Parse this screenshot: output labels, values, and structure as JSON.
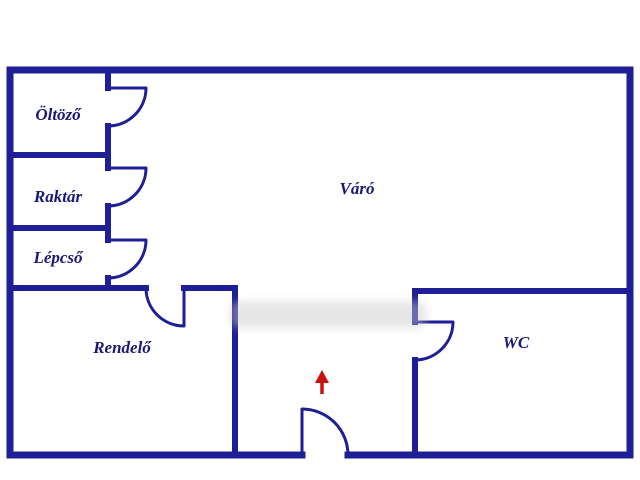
{
  "floorplan": {
    "labels": {
      "oltozo": "Öltöző",
      "raktar": "Raktár",
      "lepcso": "Lépcső",
      "varo": "Váró",
      "rendelo": "Rendelő",
      "wc": "WC"
    },
    "colors": {
      "wall": "#1e1e96",
      "label": "#191975",
      "entrance_arrow": "#cc1111",
      "background": "#ffffff"
    }
  }
}
